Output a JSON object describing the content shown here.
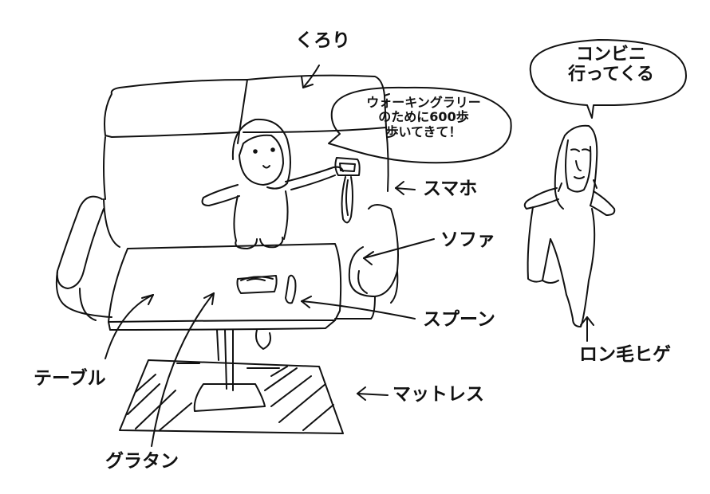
{
  "labels": {
    "kurori": "くろり",
    "sumaho": "スマホ",
    "sofa": "ソファ",
    "spoon": "スプーン",
    "table": "テーブル",
    "mattress": "マットレス",
    "gratin": "グラタン",
    "longhair": "ロン毛ヒゲ"
  },
  "speech_left": {
    "line1": "ウォーキングラリー",
    "line2": "のために600歩",
    "line3": "歩いてきて！"
  },
  "speech_right": {
    "line1": "コンビニ",
    "line2": "行ってくる"
  }
}
